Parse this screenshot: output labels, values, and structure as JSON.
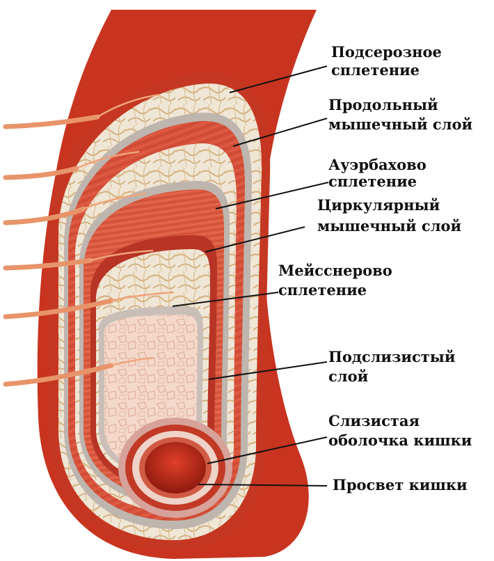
{
  "labels": [
    {
      "id": "subserous",
      "lines": [
        "Подсерозное",
        "сплетение"
      ]
    },
    {
      "id": "longitudinal",
      "lines": [
        "Продольный",
        "мышечный слой"
      ]
    },
    {
      "id": "auerbach",
      "lines": [
        "Ауэрбахово",
        "сплетение"
      ]
    },
    {
      "id": "circular",
      "lines": [
        "Циркулярный",
        "мышечный слой"
      ]
    },
    {
      "id": "meissner",
      "lines": [
        "Мейсснерово",
        "сплетение"
      ]
    },
    {
      "id": "submucosa",
      "lines": [
        "Подслизистый",
        "слой"
      ]
    },
    {
      "id": "mucosa",
      "lines": [
        "Слизистая",
        "оболочка кишки"
      ]
    },
    {
      "id": "lumen",
      "lines": [
        "Просвет кишки"
      ]
    }
  ],
  "colors": {
    "serosa": "#c8341f",
    "muscle": "#d8523b",
    "muscle_dark": "#b83424",
    "tissue_gray": "#bdb5ae",
    "plexus_bg": "#efe6d6",
    "plexus_fiber": "#d9b98a",
    "submucosa": "#f2d5c6",
    "lumen": "#c02a18",
    "nerve": "#e8946a"
  }
}
